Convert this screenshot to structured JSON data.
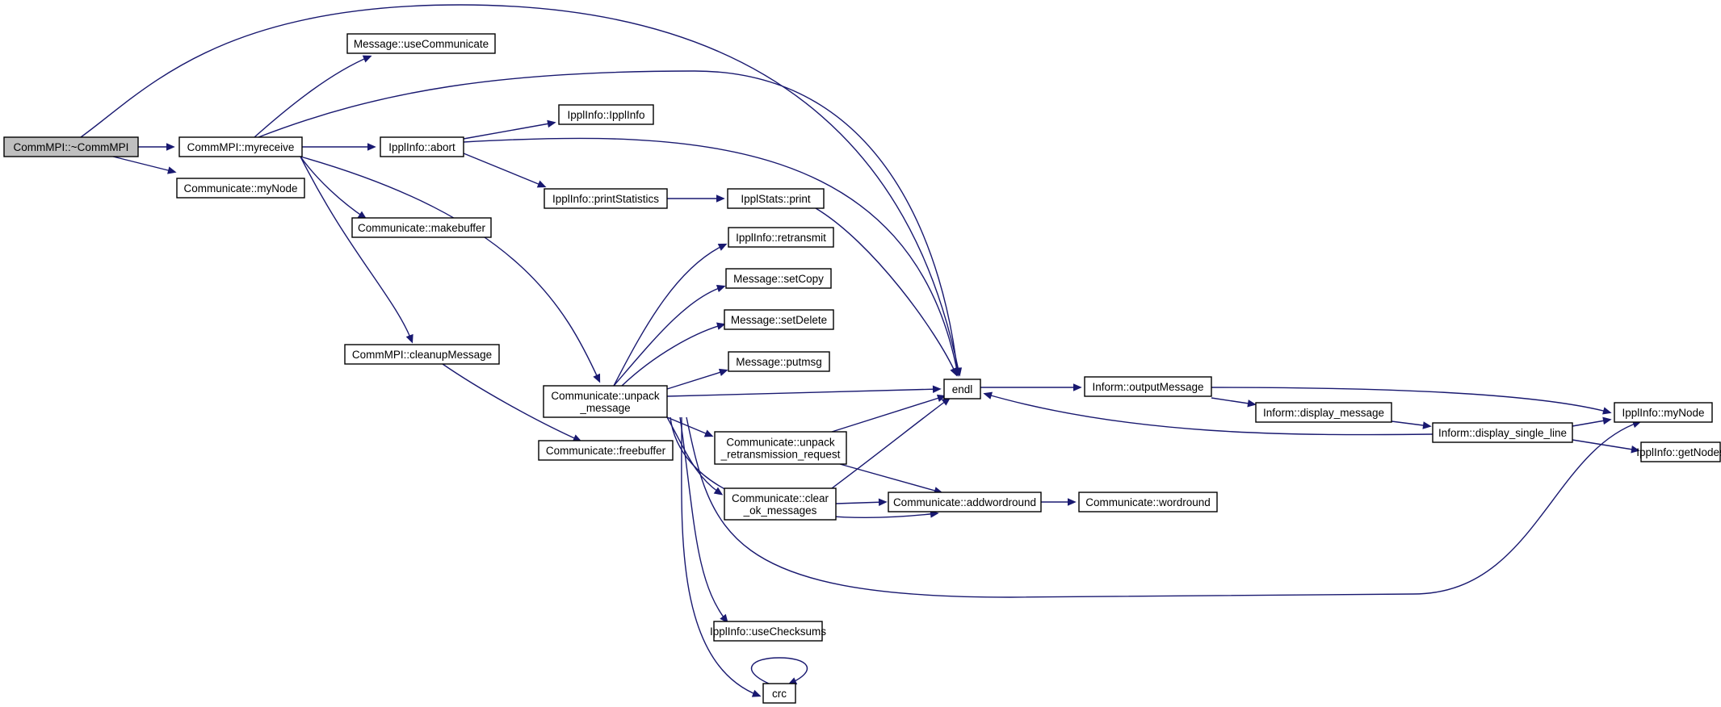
{
  "graph": {
    "edge_color": "#191970",
    "root_fill": "#bfbfbf",
    "nodes": [
      {
        "id": "root",
        "label": [
          "CommMPI::~CommMPI"
        ],
        "root": true
      },
      {
        "id": "myreceive",
        "label": [
          "CommMPI::myreceive"
        ]
      },
      {
        "id": "comm_mynode",
        "label": [
          "Communicate::myNode"
        ]
      },
      {
        "id": "usecommunicate",
        "label": [
          "Message::useCommunicate"
        ]
      },
      {
        "id": "abort",
        "label": [
          "IpplInfo::abort"
        ]
      },
      {
        "id": "ipplinfo",
        "label": [
          "IpplInfo::IpplInfo"
        ]
      },
      {
        "id": "printstats",
        "label": [
          "IpplInfo::printStatistics"
        ]
      },
      {
        "id": "statsprint",
        "label": [
          "IpplStats::print"
        ]
      },
      {
        "id": "makebuffer",
        "label": [
          "Communicate::makebuffer"
        ]
      },
      {
        "id": "retransmit",
        "label": [
          "IpplInfo::retransmit"
        ]
      },
      {
        "id": "setcopy",
        "label": [
          "Message::setCopy"
        ]
      },
      {
        "id": "setdelete",
        "label": [
          "Message::setDelete"
        ]
      },
      {
        "id": "putmsg",
        "label": [
          "Message::putmsg"
        ]
      },
      {
        "id": "cleanup",
        "label": [
          "CommMPI::cleanupMessage"
        ]
      },
      {
        "id": "unpack",
        "label": [
          "Communicate::unpack",
          "_message"
        ]
      },
      {
        "id": "endl",
        "label": [
          "endl"
        ]
      },
      {
        "id": "outputmsg",
        "label": [
          "Inform::outputMessage"
        ]
      },
      {
        "id": "displaymsg",
        "label": [
          "Inform::display_message"
        ]
      },
      {
        "id": "singleline",
        "label": [
          "Inform::display_single_line"
        ]
      },
      {
        "id": "info_mynode",
        "label": [
          "IpplInfo::myNode"
        ]
      },
      {
        "id": "getnodes",
        "label": [
          "IpplInfo::getNodes"
        ]
      },
      {
        "id": "freebuffer",
        "label": [
          "Communicate::freebuffer"
        ]
      },
      {
        "id": "unpackretrans",
        "label": [
          "Communicate::unpack",
          "_retransmission_request"
        ]
      },
      {
        "id": "clearok",
        "label": [
          "Communicate::clear",
          "_ok_messages"
        ]
      },
      {
        "id": "addwordround",
        "label": [
          "Communicate::addwordround"
        ]
      },
      {
        "id": "wordround",
        "label": [
          "Communicate::wordround"
        ]
      },
      {
        "id": "usechecksums",
        "label": [
          "IpplInfo::useChecksums"
        ]
      },
      {
        "id": "crc",
        "label": [
          "crc"
        ]
      }
    ],
    "edges": [
      [
        "root",
        "myreceive"
      ],
      [
        "root",
        "comm_mynode"
      ],
      [
        "root",
        "endl"
      ],
      [
        "myreceive",
        "usecommunicate"
      ],
      [
        "myreceive",
        "endl"
      ],
      [
        "myreceive",
        "abort"
      ],
      [
        "myreceive",
        "makebuffer"
      ],
      [
        "myreceive",
        "cleanup"
      ],
      [
        "myreceive",
        "unpack"
      ],
      [
        "abort",
        "ipplinfo"
      ],
      [
        "abort",
        "printstats"
      ],
      [
        "abort",
        "endl"
      ],
      [
        "printstats",
        "statsprint"
      ],
      [
        "statsprint",
        "endl"
      ],
      [
        "cleanup",
        "freebuffer"
      ],
      [
        "unpack",
        "retransmit"
      ],
      [
        "unpack",
        "setcopy"
      ],
      [
        "unpack",
        "setdelete"
      ],
      [
        "unpack",
        "putmsg"
      ],
      [
        "unpack",
        "endl"
      ],
      [
        "unpack",
        "unpackretrans"
      ],
      [
        "unpack",
        "clearok"
      ],
      [
        "unpack",
        "addwordround"
      ],
      [
        "unpack",
        "info_mynode"
      ],
      [
        "unpack",
        "usechecksums"
      ],
      [
        "unpack",
        "crc"
      ],
      [
        "unpackretrans",
        "endl"
      ],
      [
        "unpackretrans",
        "addwordround"
      ],
      [
        "clearok",
        "endl"
      ],
      [
        "clearok",
        "addwordround"
      ],
      [
        "addwordround",
        "wordround"
      ],
      [
        "endl",
        "outputmsg"
      ],
      [
        "outputmsg",
        "displaymsg"
      ],
      [
        "outputmsg",
        "info_mynode"
      ],
      [
        "displaymsg",
        "singleline"
      ],
      [
        "singleline",
        "info_mynode"
      ],
      [
        "singleline",
        "getnodes"
      ],
      [
        "singleline",
        "endl"
      ],
      [
        "crc",
        "crc"
      ]
    ]
  }
}
